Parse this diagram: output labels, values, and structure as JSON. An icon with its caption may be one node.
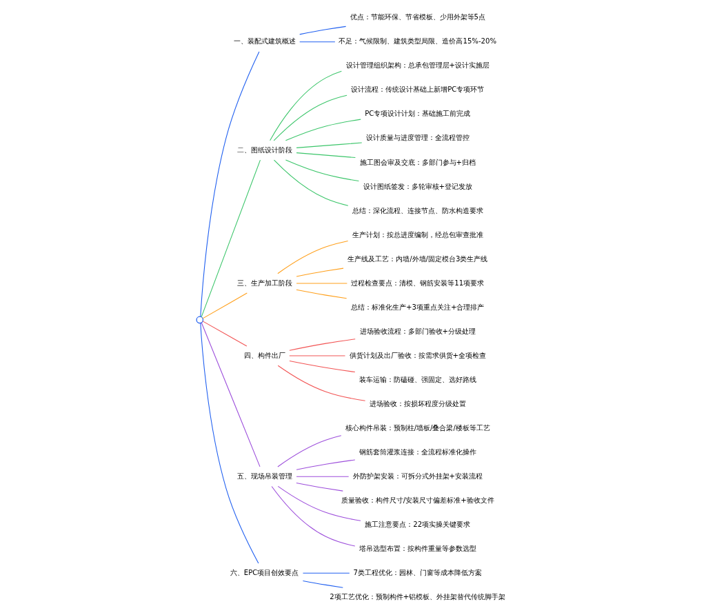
{
  "diagram": {
    "nodes": [
      {
        "text": [],
        "shape": "circle"
      },
      {
        "text": [
          "一、装配式建筑概述"
        ]
      },
      {
        "text": [
          "优点：节能环保、节省模板、少用外架等5点"
        ]
      },
      {
        "text": [
          "不足：气候限制、建筑类型局限、造价高15%-20%"
        ]
      },
      {
        "text": [
          "二、图纸设计阶段"
        ]
      },
      {
        "text": [
          "设计管理组织架构：总承包管理层+设计实施层"
        ]
      },
      {
        "text": [
          "设计流程：传统设计基础上新增PC专项环节"
        ]
      },
      {
        "text": [
          "PC专项设计计划：基础施工前完成"
        ]
      },
      {
        "text": [
          "设计质量与进度管理：全流程管控"
        ]
      },
      {
        "text": [
          "施工图会审及交底：多部门参与+归档"
        ]
      },
      {
        "text": [
          "设计图纸签发：多轮审核+登记发放"
        ]
      },
      {
        "text": [
          "总结：深化流程、连接节点、防水构造要求"
        ]
      },
      {
        "text": [
          "三、生产加工阶段"
        ]
      },
      {
        "text": [
          "生产计划：按总进度编制，经总包审查批准"
        ]
      },
      {
        "text": [
          "生产线及工艺：内墙/外墙/固定模台3类生产线"
        ]
      },
      {
        "text": [
          "过程检查要点：清模、钢筋安装等11项要求"
        ]
      },
      {
        "text": [
          "总结：标准化生产+3项重点关注+合理排产"
        ]
      },
      {
        "text": [
          "四、构件出厂"
        ]
      },
      {
        "text": [
          "进场验收流程：多部门验收+分级处理"
        ]
      },
      {
        "text": [
          "供货计划及出厂验收：按需求供货+全项检查"
        ]
      },
      {
        "text": [
          "装车运输：防磕碰、强固定、选好路线"
        ]
      },
      {
        "text": [
          "进场验收：按损坏程度分级处置"
        ]
      },
      {
        "text": [
          "五、现场吊装管理"
        ]
      },
      {
        "text": [
          "核心构件吊装：预制柱/墙板/叠合梁/楼板等工艺"
        ]
      },
      {
        "text": [
          "钢筋套筒灌浆连接：全流程标准化操作"
        ]
      },
      {
        "text": [
          "外防护架安装：可拆分式外挂架+安装流程"
        ]
      },
      {
        "text": [
          "质量验收：构件尺寸/安装尺寸偏差标准+验收文件"
        ]
      },
      {
        "text": [
          "施工注意要点：22项实操关键要求"
        ]
      },
      {
        "text": [
          "塔吊选型布置：按构件重量等参数选型"
        ]
      },
      {
        "text": [
          "六、EPC项目创效要点"
        ]
      },
      {
        "text": [
          "7类工程优化：园林、门窗等成本降低方案"
        ]
      },
      {
        "text": [
          "2项工艺优化：预制构件+铝模板、外挂架替代传统脚手架"
        ]
      }
    ],
    "edges": [
      {
        "from": 0,
        "to": 1,
        "arrow": "none",
        "color": "#1f5ff0"
      },
      {
        "from": 1,
        "to": 2,
        "arrow": "none",
        "color": "#1f5ff0"
      },
      {
        "from": 1,
        "to": 3,
        "arrow": "none",
        "color": "#1f5ff0"
      },
      {
        "from": 0,
        "to": 4,
        "arrow": "none",
        "color": "#3ac569"
      },
      {
        "from": 4,
        "to": 5,
        "arrow": "none",
        "color": "#3ac569"
      },
      {
        "from": 4,
        "to": 6,
        "arrow": "none",
        "color": "#3ac569"
      },
      {
        "from": 4,
        "to": 7,
        "arrow": "none",
        "color": "#3ac569"
      },
      {
        "from": 4,
        "to": 8,
        "arrow": "none",
        "color": "#3ac569"
      },
      {
        "from": 4,
        "to": 9,
        "arrow": "none",
        "color": "#3ac569"
      },
      {
        "from": 4,
        "to": 10,
        "arrow": "none",
        "color": "#3ac569"
      },
      {
        "from": 4,
        "to": 11,
        "arrow": "none",
        "color": "#3ac569"
      },
      {
        "from": 0,
        "to": 12,
        "arrow": "none",
        "color": "#ff9f1a"
      },
      {
        "from": 12,
        "to": 13,
        "arrow": "none",
        "color": "#ff9f1a"
      },
      {
        "from": 12,
        "to": 14,
        "arrow": "none",
        "color": "#ff9f1a"
      },
      {
        "from": 12,
        "to": 15,
        "arrow": "none",
        "color": "#ff9f1a"
      },
      {
        "from": 12,
        "to": 16,
        "arrow": "none",
        "color": "#ff9f1a"
      },
      {
        "from": 0,
        "to": 17,
        "arrow": "none",
        "color": "#f25454"
      },
      {
        "from": 17,
        "to": 18,
        "arrow": "none",
        "color": "#f25454"
      },
      {
        "from": 17,
        "to": 19,
        "arrow": "none",
        "color": "#f25454"
      },
      {
        "from": 17,
        "to": 20,
        "arrow": "none",
        "color": "#f25454"
      },
      {
        "from": 17,
        "to": 21,
        "arrow": "none",
        "color": "#f25454"
      },
      {
        "from": 0,
        "to": 22,
        "arrow": "none",
        "color": "#9c4ddb"
      },
      {
        "from": 22,
        "to": 23,
        "arrow": "none",
        "color": "#9c4ddb"
      },
      {
        "from": 22,
        "to": 24,
        "arrow": "none",
        "color": "#9c4ddb"
      },
      {
        "from": 22,
        "to": 25,
        "arrow": "none",
        "color": "#9c4ddb"
      },
      {
        "from": 22,
        "to": 26,
        "arrow": "none",
        "color": "#9c4ddb"
      },
      {
        "from": 22,
        "to": 27,
        "arrow": "none",
        "color": "#9c4ddb"
      },
      {
        "from": 22,
        "to": 28,
        "arrow": "none",
        "color": "#9c4ddb"
      },
      {
        "from": 0,
        "to": 29,
        "arrow": "none",
        "color": "#1f5ff0"
      },
      {
        "from": 29,
        "to": 30,
        "arrow": "none",
        "color": "#1f5ff0"
      },
      {
        "from": 29,
        "to": 31,
        "arrow": "none",
        "color": "#1f5ff0"
      }
    ]
  }
}
